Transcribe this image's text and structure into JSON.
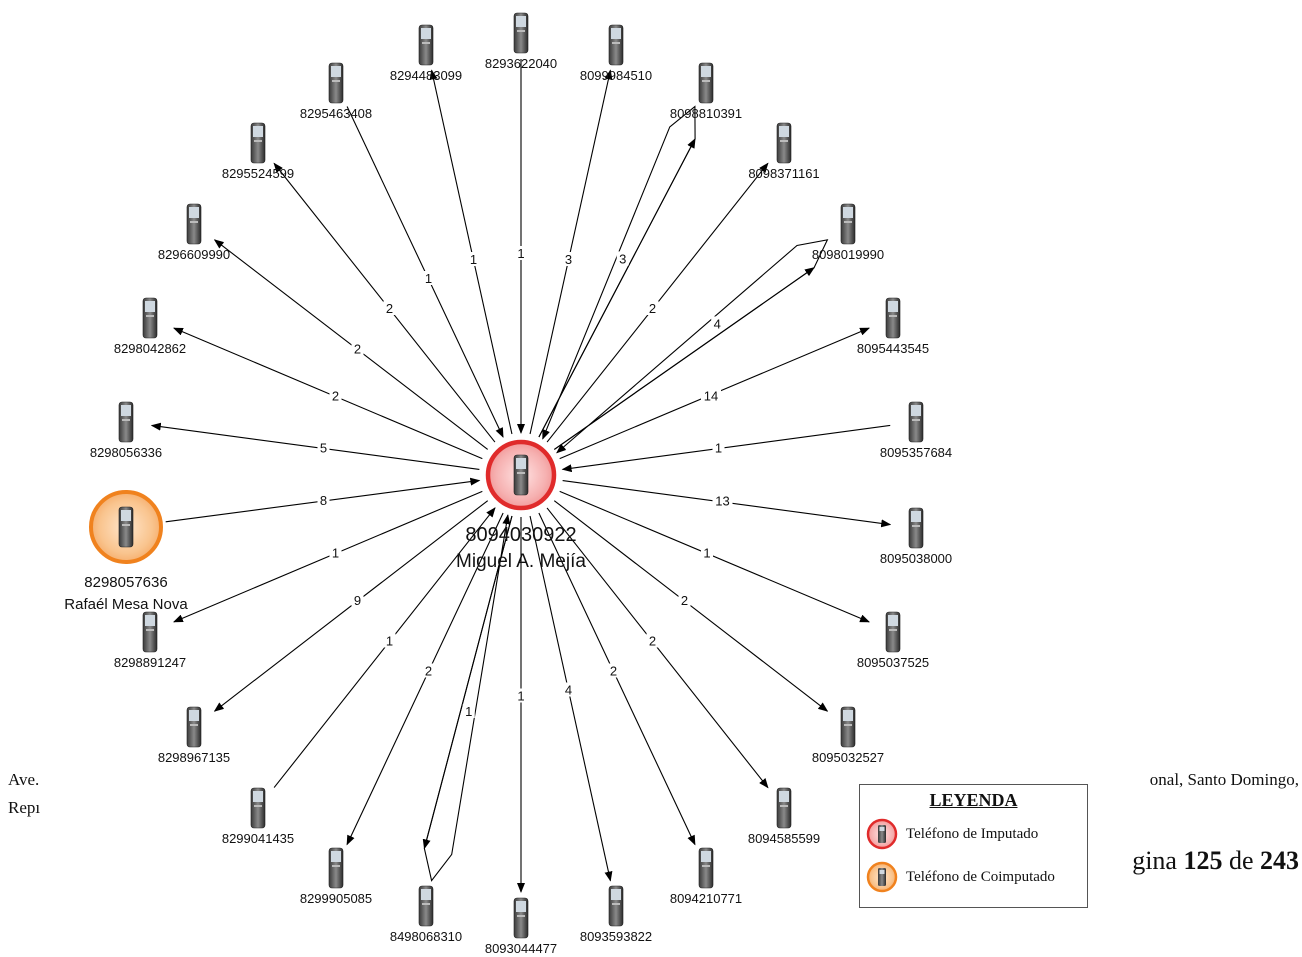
{
  "diagram": {
    "center": {
      "phone": "8094030922",
      "name": "Miguel  A. Mejía"
    },
    "coaccused": {
      "phone": "8298057636",
      "name": "Rafaél Mesa Nova"
    },
    "nodes": [
      {
        "id": "8293622040",
        "label": "8293622040"
      },
      {
        "id": "8294483099",
        "label": "8294483099"
      },
      {
        "id": "8099984510",
        "label": "8099984510"
      },
      {
        "id": "8098810391",
        "label": "8098810391"
      },
      {
        "id": "8295463408",
        "label": "8295463408"
      },
      {
        "id": "8098371161",
        "label": "8098371161"
      },
      {
        "id": "8295524599",
        "label": "8295524599"
      },
      {
        "id": "8098019990",
        "label": "8098019990"
      },
      {
        "id": "8296609990",
        "label": "8296609990"
      },
      {
        "id": "8298042862",
        "label": "8298042862"
      },
      {
        "id": "8095443545",
        "label": "8095443545"
      },
      {
        "id": "8298056336",
        "label": "8298056336"
      },
      {
        "id": "8095357684",
        "label": "8095357684"
      },
      {
        "id": "8095038000",
        "label": "8095038000"
      },
      {
        "id": "8298891247",
        "label": "8298891247"
      },
      {
        "id": "8095037525",
        "label": "8095037525"
      },
      {
        "id": "8298967135",
        "label": "8298967135"
      },
      {
        "id": "8095032527",
        "label": "8095032527"
      },
      {
        "id": "8299041435",
        "label": "8299041435"
      },
      {
        "id": "8094585599",
        "label": "8094585599"
      },
      {
        "id": "8299905085",
        "label": "8299905085"
      },
      {
        "id": "8094210771",
        "label": "8094210771"
      },
      {
        "id": "8498068310",
        "label": "8498068310"
      },
      {
        "id": "8093593822",
        "label": "8093593822"
      },
      {
        "id": "8093044477",
        "label": "8093044477"
      }
    ],
    "edges": [
      {
        "node": "8293622040",
        "count": "1",
        "dir": "in"
      },
      {
        "node": "8294483099",
        "count": "1",
        "dir": "out"
      },
      {
        "node": "8099984510",
        "count": "3",
        "dir": "out"
      },
      {
        "node": "8098810391",
        "count": "3",
        "dir": "both"
      },
      {
        "node": "8295463408",
        "count": "1",
        "dir": "in"
      },
      {
        "node": "8098371161",
        "count": "2",
        "dir": "out"
      },
      {
        "node": "8295524599",
        "count": "2",
        "dir": "out"
      },
      {
        "node": "8098019990",
        "count": "4",
        "dir": "both"
      },
      {
        "node": "8296609990",
        "count": "2",
        "dir": "out"
      },
      {
        "node": "8298042862",
        "count": "2",
        "dir": "out"
      },
      {
        "node": "8095443545",
        "count": "14",
        "dir": "out"
      },
      {
        "node": "8298056336",
        "count": "5",
        "dir": "out"
      },
      {
        "node": "8095357684",
        "count": "1",
        "dir": "in"
      },
      {
        "node": "8298057636",
        "count": "8",
        "dir": "in"
      },
      {
        "node": "8095038000",
        "count": "13",
        "dir": "out"
      },
      {
        "node": "8298891247",
        "count": "1",
        "dir": "out"
      },
      {
        "node": "8095037525",
        "count": "1",
        "dir": "out"
      },
      {
        "node": "8298967135",
        "count": "9",
        "dir": "out"
      },
      {
        "node": "8095032527",
        "count": "2",
        "dir": "out"
      },
      {
        "node": "8299041435",
        "count": "1",
        "dir": "in"
      },
      {
        "node": "8094585599",
        "count": "2",
        "dir": "out"
      },
      {
        "node": "8299905085",
        "count": "2",
        "dir": "out"
      },
      {
        "node": "8094210771",
        "count": "2",
        "dir": "out"
      },
      {
        "node": "8498068310",
        "count": "1",
        "dir": "both"
      },
      {
        "node": "8093593822",
        "count": "4",
        "dir": "out"
      },
      {
        "node": "8093044477",
        "count": "1",
        "dir": "out"
      }
    ]
  },
  "legend": {
    "title": "LEYENDA",
    "accused_label": "Teléfono de Imputado",
    "coaccused_label": "Teléfono de Coimputado"
  },
  "colors": {
    "accused": "#e02b2b",
    "coaccused": "#f0821e",
    "edge": "#000000"
  },
  "footer": {
    "left_line1": "Ave.",
    "left_line2": "Repı",
    "right_line1": "onal, Santo Domingo,",
    "page_prefix": "gina ",
    "page_current": "125",
    "page_sep": " de ",
    "page_total": "243"
  }
}
